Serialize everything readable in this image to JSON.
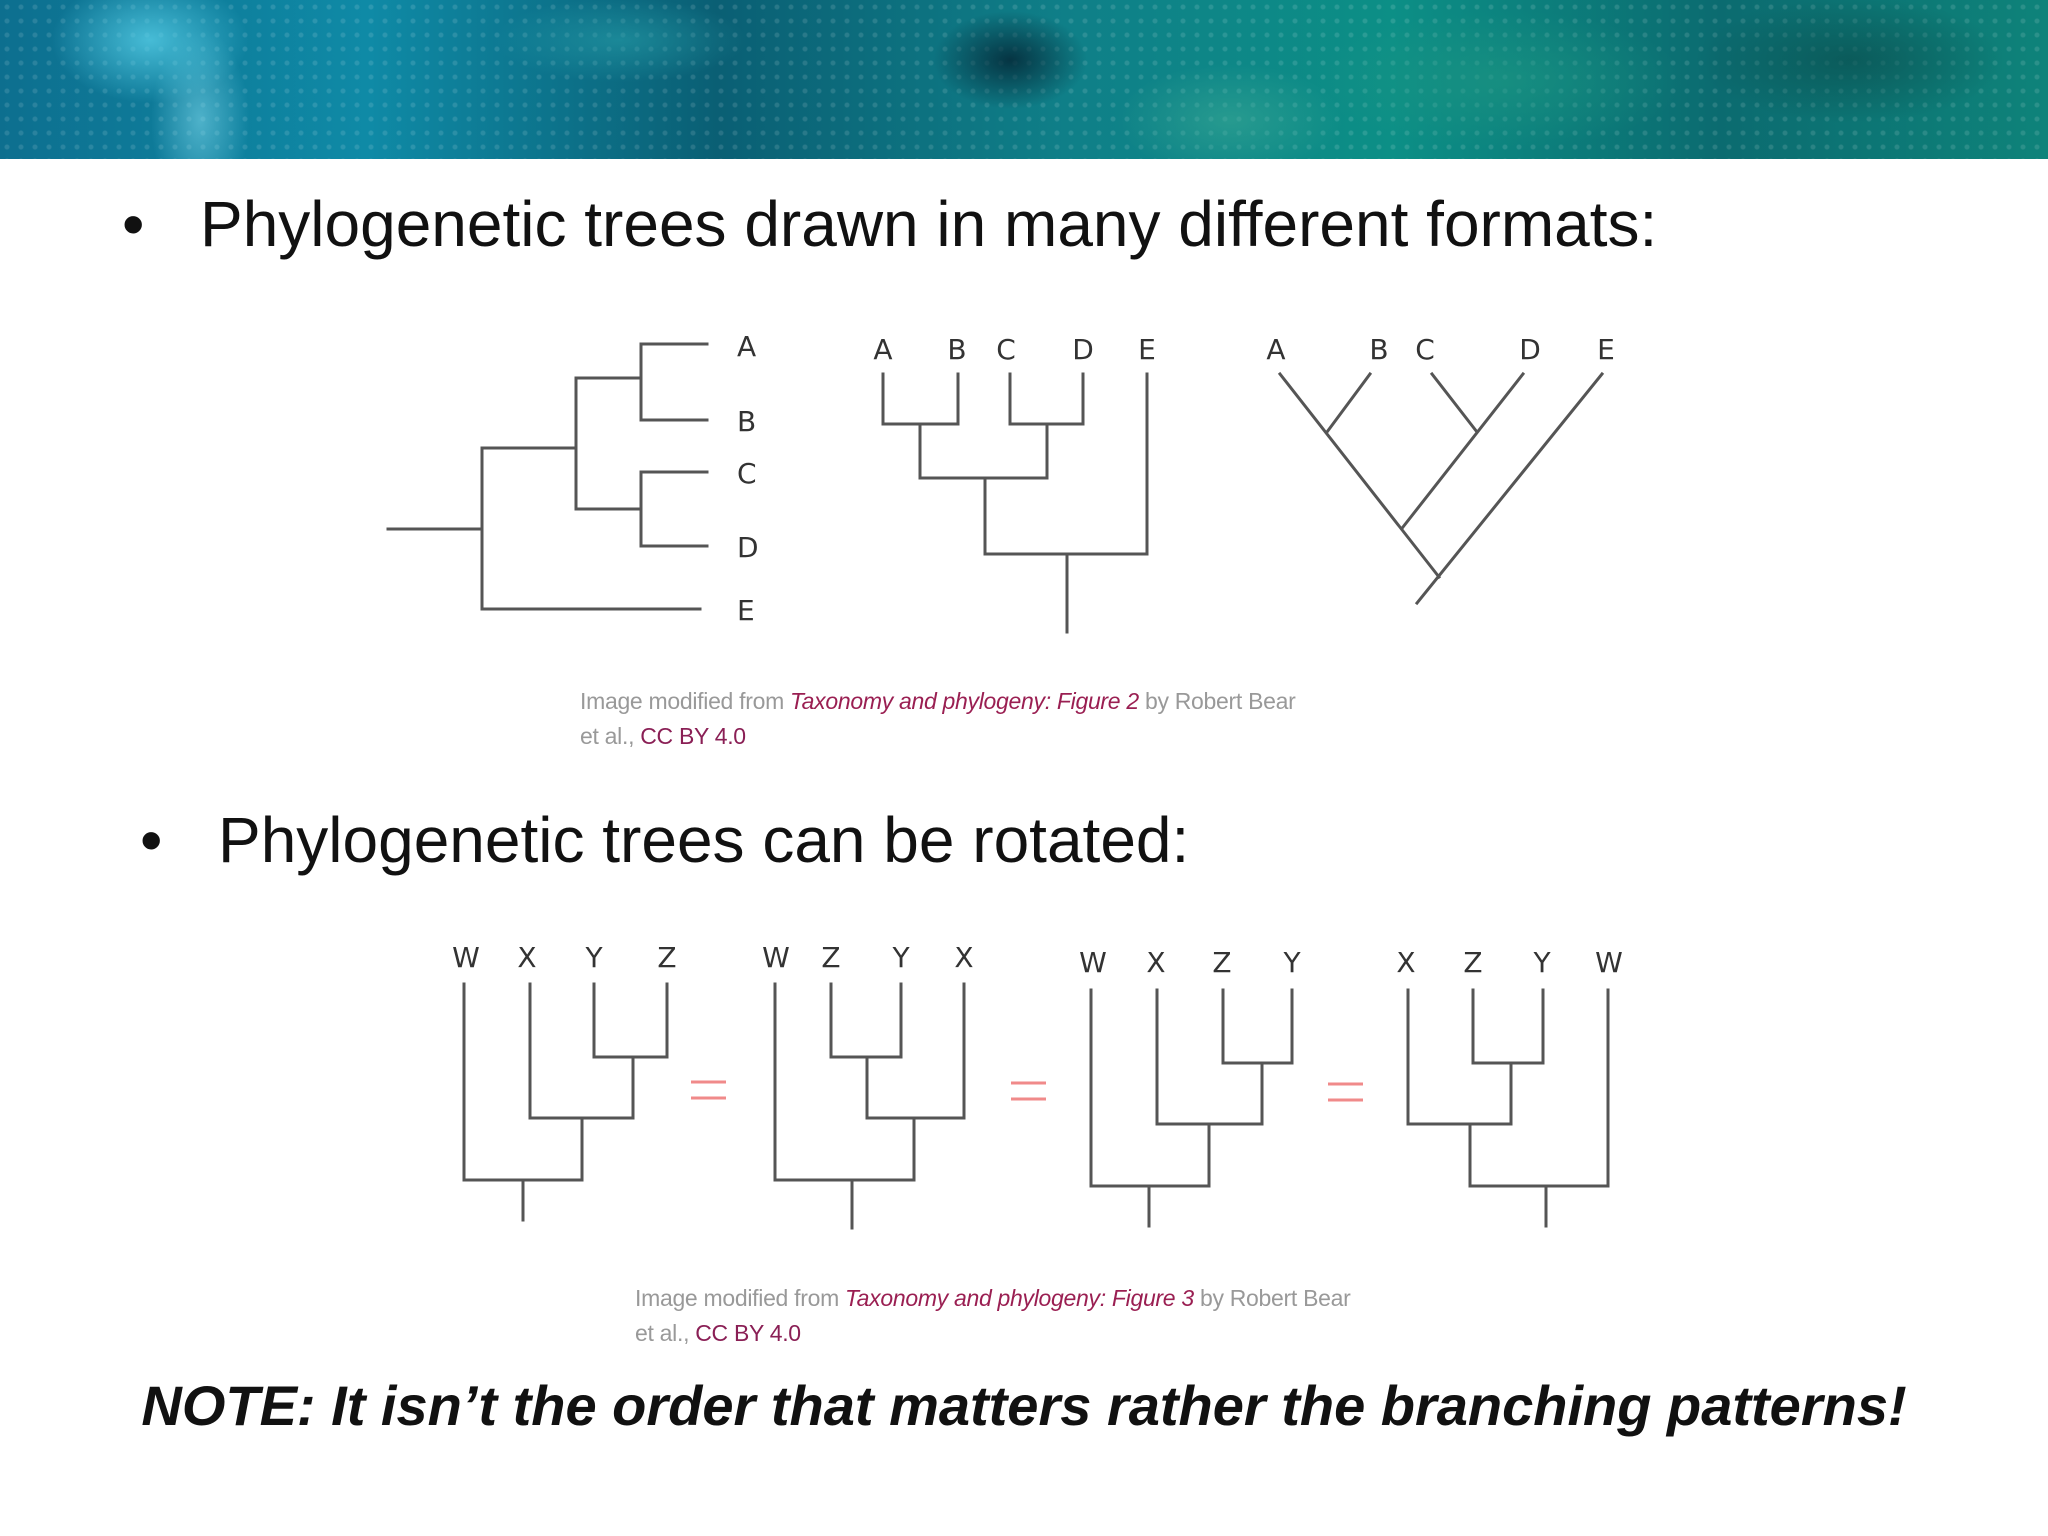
{
  "heading1": "Phylogenetic trees drawn in many different formats:",
  "heading2": "Phylogenetic trees can be rotated:",
  "credit1": {
    "prefix": "Image modified from ",
    "title": "Taxonomy and phylogeny: Figure 2",
    "by": " by Robert Bear",
    "line2_prefix": "et al., ",
    "license": "CC BY 4.0"
  },
  "credit2": {
    "prefix": "Image modified from ",
    "title": "Taxonomy and phylogeny: Figure 3",
    "by": " by Robert Bear",
    "line2_prefix": "et al., ",
    "license": "CC BY 4.0"
  },
  "format_trees": {
    "rectangular_horizontal": [
      "A",
      "B",
      "C",
      "D",
      "E"
    ],
    "rectangular_vertical": [
      "A",
      "B",
      "C",
      "D",
      "E"
    ],
    "diagonal": [
      "A",
      "B",
      "C",
      "D",
      "E"
    ]
  },
  "rotated_trees": [
    [
      "W",
      "X",
      "Y",
      "Z"
    ],
    [
      "W",
      "Z",
      "Y",
      "X"
    ],
    [
      "W",
      "X",
      "Z",
      "Y"
    ],
    [
      "X",
      "Z",
      "Y",
      "W"
    ]
  ],
  "note": "NOTE: It isn’t the order that matters rather the branching patterns!",
  "colors": {
    "line": "#555555",
    "equals": "#f08a8a",
    "credit_title": "#9a1f52"
  }
}
